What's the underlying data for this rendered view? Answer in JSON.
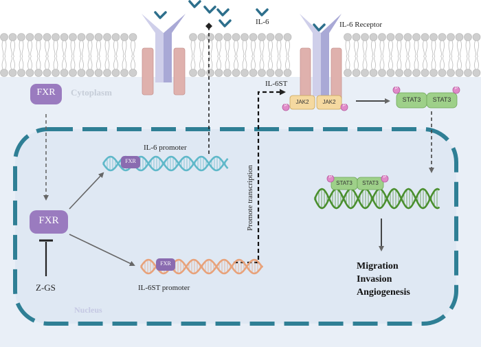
{
  "labels": {
    "fxr": "FXR",
    "cytoplasm": "Cytoplasm",
    "nucleus": "Nucleus",
    "il6": "IL-6",
    "il6_receptor": "IL-6 Receptor",
    "il6st": "IL-6ST",
    "jak2": "JAK2",
    "stat3": "STAT3",
    "phospho": "P",
    "il6_promoter": "IL-6 promoter",
    "il6st_promoter": "IL-6ST promoter",
    "promote_transcription": "Promote transcription",
    "zgs": "Z-GS",
    "outcomes": [
      "Migration",
      "Invasion",
      "Angiogenesis"
    ]
  },
  "colors": {
    "fxr": "#9a7bbf",
    "fxr_small": "#8a6bb0",
    "receptor_light": "#cfcfea",
    "receptor_mid": "#a9a9d6",
    "il6st_pink": "#e3b6b2",
    "jak2": "#f5d9a0",
    "stat3": "#9ed089",
    "phospho": "#e08ac8",
    "nucleus_border": "#2f7f95",
    "nucleus_fill": "#dfe8f3",
    "cytoplasm_fill": "#e9eff7",
    "dna_blue": "#5fb8c9",
    "dna_orange": "#e8a27a",
    "dna_green": "#4a8f2e",
    "ligand": "#2d6f8c",
    "lipid_head": "#c8c8c8"
  }
}
